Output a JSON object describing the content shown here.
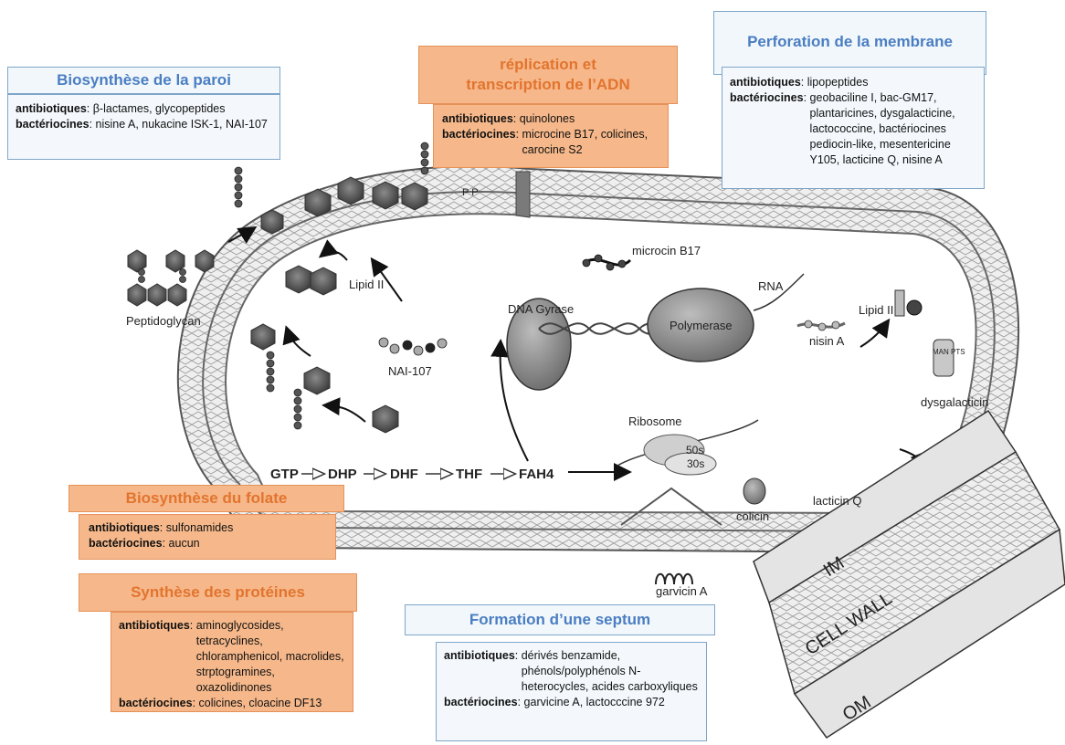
{
  "panels": {
    "paroi": {
      "title": "Biosynthèse de la paroi",
      "antibiotiques_label": "antibiotiques",
      "antibiotiques": "β-lactames, glycopeptides",
      "bacteriocines_label": "bactériocines",
      "bacteriocines": "nisine A, nukacine ISK-1, NAI-107"
    },
    "adn": {
      "title_line1": "réplication et",
      "title_line2": "transcription de l’ADN",
      "antibiotiques_label": "antibiotiques",
      "antibiotiques": "quinolones",
      "bacteriocines_label": "bactériocines",
      "bacteriocines": "microcine B17, colicines, carocine S2"
    },
    "membrane": {
      "title": "Perforation de la membrane",
      "antibiotiques_label": "antibiotiques",
      "antibiotiques": "lipopeptides",
      "bacteriocines_label": "bactériocines",
      "bacteriocines": "geobaciline I, bac-GM17, plantaricines, dysgalacticine, lactococcine, bactériocines pediocin-like, mesentericine Y105, lacticine Q, nisine A"
    },
    "folate": {
      "title": "Biosynthèse du folate",
      "antibiotiques_label": "antibiotiques",
      "antibiotiques": "sulfonamides",
      "bacteriocines_label": "bactériocines",
      "bacteriocines": "aucun"
    },
    "proteines": {
      "title": "Synthèse des protéines",
      "antibiotiques_label": "antibiotiques",
      "antibiotiques": "aminoglycosides, tetracyclines, chloramphenicol, macrolides, strptogramines, oxazolidinones",
      "bacteriocines_label": "bactériocines",
      "bacteriocines": "colicines, cloacine DF13"
    },
    "septum": {
      "title": "Formation d’une septum",
      "antibiotiques_label": "antibiotiques",
      "antibiotiques": "dérivés benzamide, phénols/polyphénols N-heterocycles, acides carboxyliques",
      "bacteriocines_label": "bactériocines",
      "bacteriocines": "garvicine A, lactocccine 972"
    }
  },
  "labels": {
    "peptidoglycan": "Peptidoglycan",
    "lipid2_left": "Lipid II",
    "nai107": "NAI-107",
    "pp": "P P",
    "microcin": "microcin B17",
    "dna_gyrase": "DNA Gyrase",
    "polymerase": "Polymerase",
    "rna": "RNA",
    "lipid2_right": "Lipid II",
    "nisin": "nisin A",
    "dysgalacticin": "dysgalacticin",
    "ribosome": "Ribosome",
    "s50": "50s",
    "s30": "30s",
    "colicin": "colicin",
    "lacticin": "lacticin Q",
    "garvicin": "garvicin A",
    "gtp": "GTP",
    "dhp": "DHP",
    "dhf": "DHF",
    "thf": "THF",
    "fah4": "FAH4",
    "im": "IM",
    "cell_wall": "CELL WALL",
    "om": "OM",
    "man_pts": "MAN PTS"
  }
}
